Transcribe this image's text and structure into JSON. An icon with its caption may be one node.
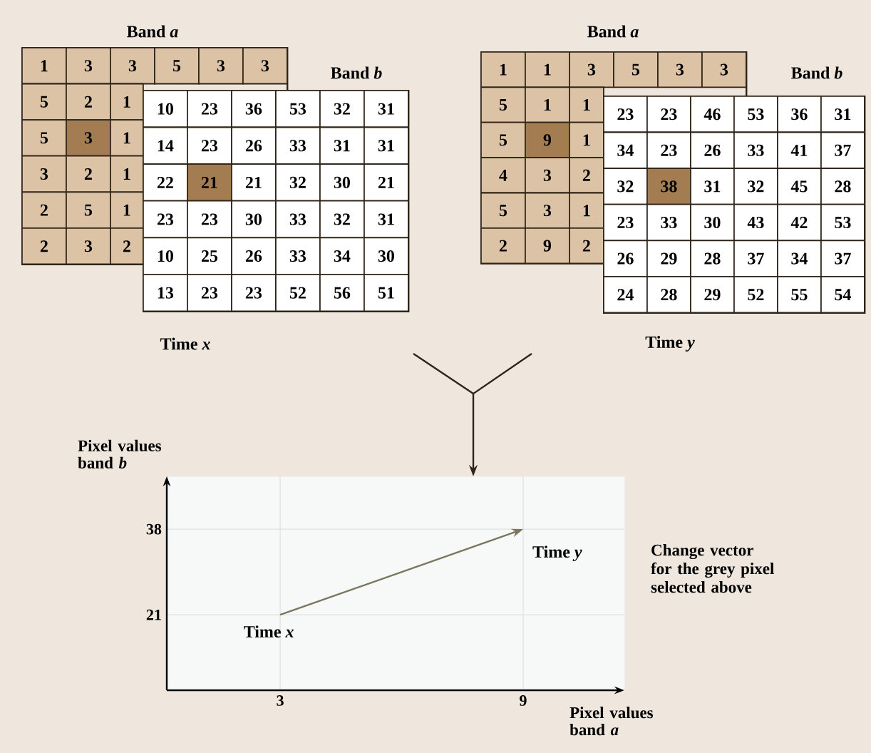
{
  "diagram": {
    "nodes": [
      {
        "text": [
          "Band *a*"
        ]
      },
      {
        "text": [
          "Band *b*"
        ],
        "beside": [
          "Time *x*"
        ]
      },
      {
        "text": [
          "Band *a*"
        ]
      },
      {
        "text": [
          "Band *b*"
        ],
        "beside": [
          "Time *y*"
        ]
      },
      {
        "text": [],
        "shape": "box"
      }
    ],
    "edges": [
      {
        "from": 1,
        "to": 4,
        "arrow": "to"
      },
      {
        "from": 3,
        "to": 4,
        "arrow": "to"
      }
    ],
    "labels": [
      "1",
      "3",
      "3",
      "5",
      "3",
      "3",
      "5",
      "2",
      "1",
      "5",
      "3",
      "1",
      "3",
      "2",
      "1",
      "2",
      "5",
      "1",
      "2",
      "3",
      "2",
      "10",
      "23",
      "36",
      "53",
      "32",
      "31",
      "14",
      "23",
      "26",
      "33",
      "31",
      "31",
      "22",
      "21",
      "21",
      "32",
      "30",
      "21",
      "23",
      "23",
      "30",
      "33",
      "32",
      "31",
      "10",
      "25",
      "26",
      "33",
      "34",
      "30",
      "13",
      "23",
      "23",
      "52",
      "56",
      "51",
      "1",
      "1",
      "3",
      "5",
      "3",
      "3",
      "5",
      "1",
      "1",
      "5",
      "9",
      "1",
      "4",
      "3",
      "2",
      "5",
      "3",
      "1",
      "2",
      "9",
      "2",
      "23",
      "23",
      "46",
      "53",
      "36",
      "31",
      "34",
      "23",
      "26",
      "33",
      "41",
      "37",
      "32",
      "38",
      "31",
      "32",
      "45",
      "28",
      "23",
      "33",
      "30",
      "43",
      "42",
      "53",
      "26",
      "29",
      "28",
      "37",
      "34",
      "37",
      "24",
      "28",
      "29",
      "52",
      "55",
      "54",
      "Change vector for the grey pixel selected above"
    ],
    "chart_data": {
      "type": "line",
      "xlabel": "Pixel values band *a*",
      "ylabel": "Pixel values band *b*",
      "grid": true,
      "xlim": [
        0.2,
        11.5
      ],
      "ylim": [
        6,
        48.5
      ],
      "xticks": [
        3,
        9
      ],
      "yticks": [
        21,
        38
      ],
      "annotations": [
        "Time *x*",
        "Time *y*"
      ]
    }
  }
}
